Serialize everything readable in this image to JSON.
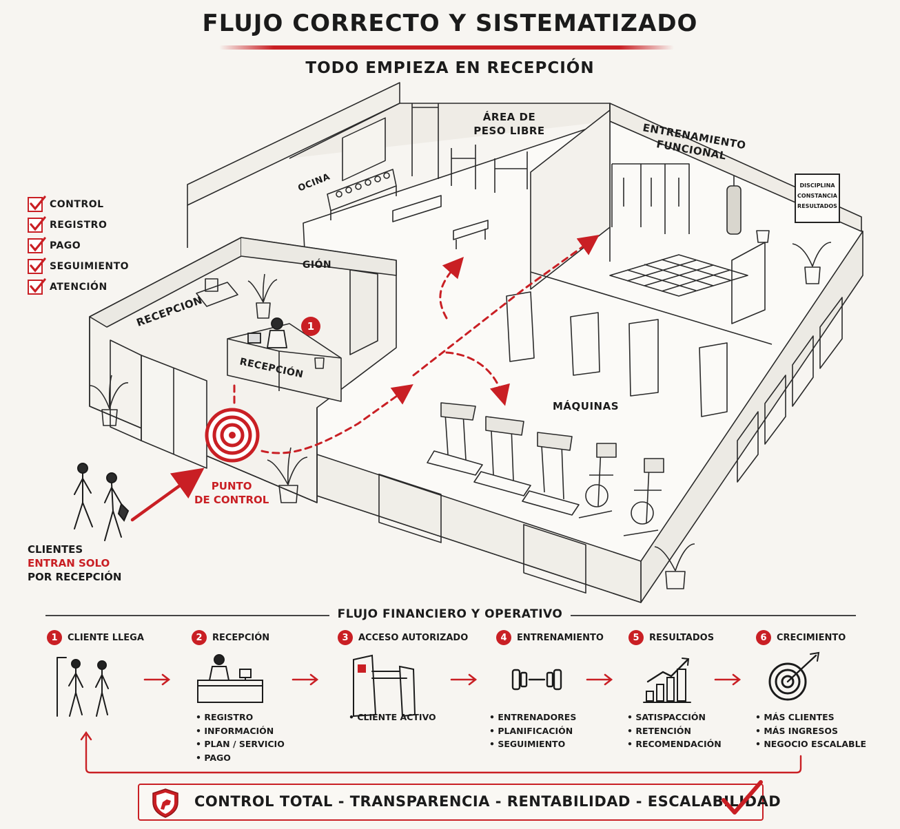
{
  "header": {
    "title": "FLUJO CORRECTO Y SISTEMATIZADO",
    "subtitle": "TODO EMPIEZA EN RECEPCIÓN"
  },
  "checklist": [
    "CONTROL",
    "REGISTRO",
    "PAGO",
    "SEGUIMIENTO",
    "ATENCIÓN"
  ],
  "floorplan": {
    "zones": {
      "free_weights": [
        "ÁREA DE",
        "PESO LIBRE"
      ],
      "functional": [
        "ENTRENAMIENTO",
        "FUNCIONAL"
      ],
      "machines": "MÁQUINAS",
      "office": "OCINA",
      "reception_wall": "RECEPCION",
      "reception_desk": "RECEPCIÓN",
      "management": "GIÓN"
    },
    "step_marker": "1",
    "sign": [
      "DISCIPLINA",
      "CONSTANCIA",
      "RESULTADOS"
    ],
    "clients": {
      "line1": "CLIENTES",
      "line2": "ENTRAN SOLO",
      "line3": "POR RECEPCIÓN"
    },
    "control_point": [
      "PUNTO",
      "DE CONTROL"
    ]
  },
  "flow": {
    "title": "FLUJO FINANCIERO Y OPERATIVO",
    "steps": [
      {
        "num": "1",
        "title": "CLIENTE LLEGA",
        "bullets": []
      },
      {
        "num": "2",
        "title": "RECEPCIÓN",
        "bullets": [
          "REGISTRO",
          "INFORMACIÓN",
          "PLAN / SERVICIO",
          "PAGO"
        ]
      },
      {
        "num": "3",
        "title": "ACCESO AUTORIZADO",
        "bullets": [
          "CLIENTE ACTIVO"
        ]
      },
      {
        "num": "4",
        "title": "ENTRENAMIENTO",
        "bullets": [
          "ENTRENADORES",
          "PLANIFICACIÓN",
          "SEGUIMIENTO"
        ]
      },
      {
        "num": "5",
        "title": "RESULTADOS",
        "bullets": [
          "SATISPACCIÓN",
          "RETENCIÓN",
          "RECOMENDACIÓN"
        ]
      },
      {
        "num": "6",
        "title": "CRECIMIENTO",
        "bullets": [
          "MÁS CLIENTES",
          "MÁS INGRESOS",
          "NEGOCIO ESCALABLE"
        ]
      }
    ]
  },
  "banner": {
    "text": "CONTROL TOTAL - TRANSPARENCIA - RENTABILIDAD - ESCALABILIDAD"
  },
  "colors": {
    "accent": "#c91f24",
    "ink": "#1b1b1b",
    "paper": "#f7f5f1"
  }
}
